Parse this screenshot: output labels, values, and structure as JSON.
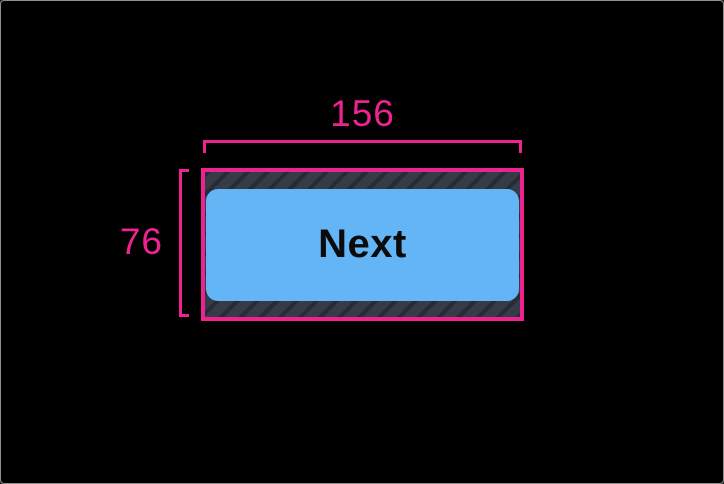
{
  "figure": {
    "annotation": {
      "width_label": "156",
      "height_label": "76"
    },
    "button": {
      "label": "Next"
    }
  },
  "colors": {
    "accent": "#EE2290",
    "background": "#000000",
    "frame_border": "#8E8E8E",
    "hatch_base": "#353B47",
    "hatch_stripe": "#262B34",
    "button_fill": "#64B5F6",
    "button_text": "#0B0B0C"
  }
}
